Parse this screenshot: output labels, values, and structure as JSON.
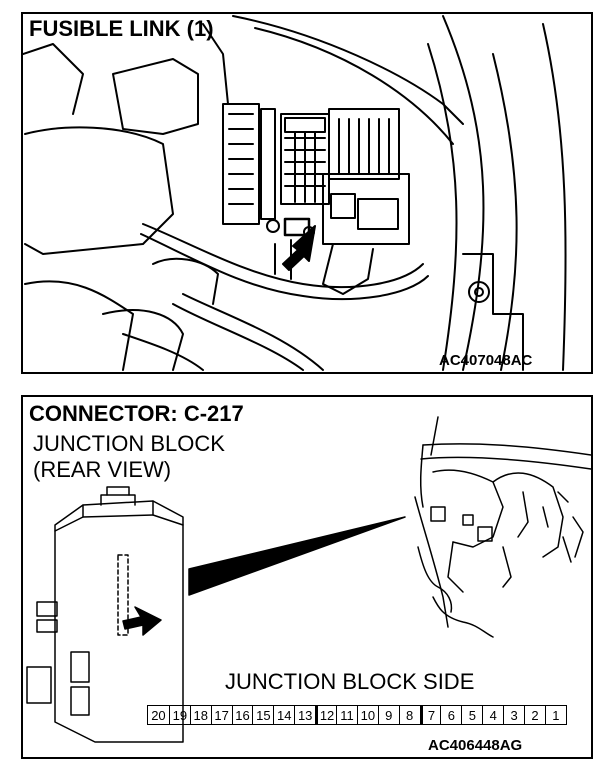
{
  "panel1": {
    "title": "FUSIBLE LINK (1)",
    "code": "AC407048AC"
  },
  "panel2": {
    "title": "CONNECTOR: C-217",
    "subtitle_line1": "JUNCTION BLOCK",
    "subtitle_line2": "(REAR VIEW)",
    "side_label": "JUNCTION BLOCK SIDE",
    "code": "AC406448AG",
    "pins": [
      "20",
      "19",
      "18",
      "17",
      "16",
      "15",
      "14",
      "13",
      "12",
      "11",
      "10",
      "9",
      "8",
      "7",
      "6",
      "5",
      "4",
      "3",
      "2",
      "1"
    ]
  }
}
